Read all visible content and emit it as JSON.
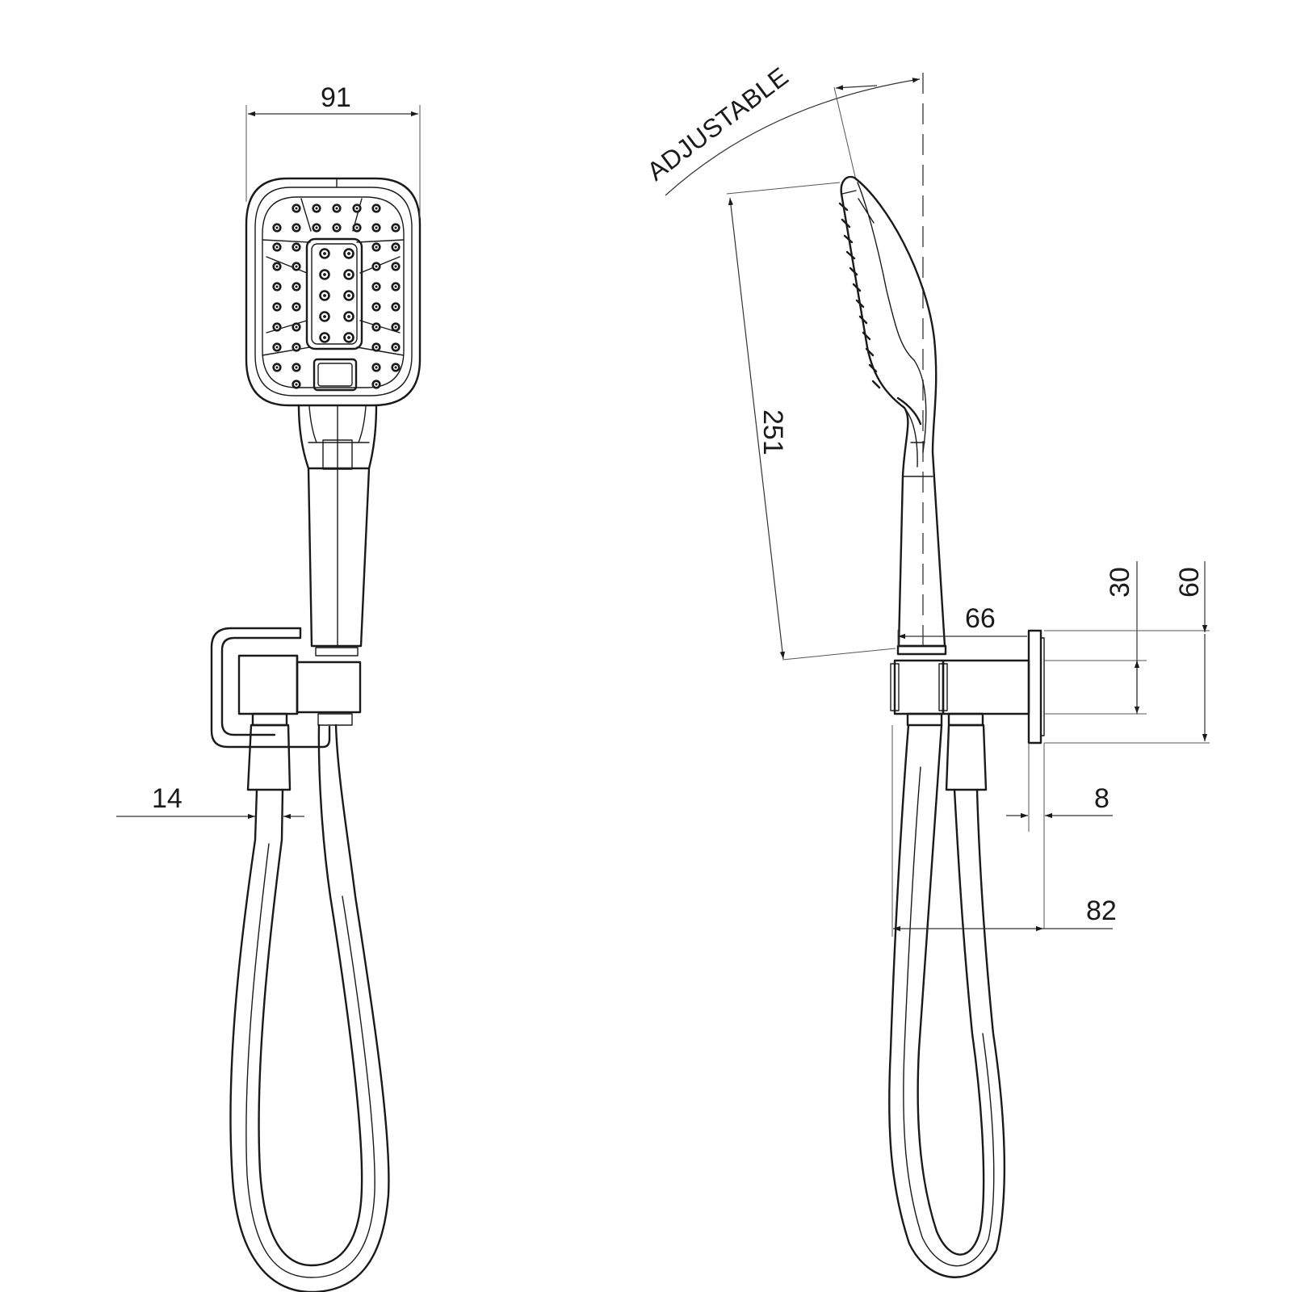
{
  "dimensions": {
    "head_width": "91",
    "hose_connector": "14",
    "overall_length": "251",
    "adjustable_label": "ADJUSTABLE",
    "holder_depth": "66",
    "outlet_offset": "30",
    "flange_height": "60",
    "flange_thickness": "8",
    "total_projection": "82"
  }
}
